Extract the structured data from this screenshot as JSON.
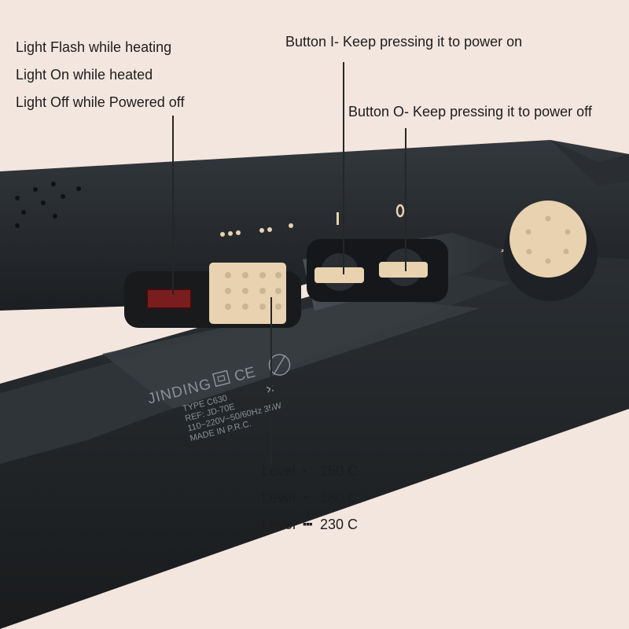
{
  "annotations": {
    "light": [
      "Light Flash while heating",
      "Light On while heated",
      "Light Off while Powered off"
    ],
    "button_on": "Button I- Keep pressing it to power on",
    "button_off": "Button O- Keep pressing it to power off"
  },
  "device": {
    "brand": "JINDING",
    "type_line": "TYPE C630",
    "ref_line": "REF: JD-70E",
    "voltage_line": "110~220V~50/60Hz 35W",
    "origin_line": "MADE IN P.R.C.",
    "button_on_symbol": "I",
    "button_off_symbol": "O"
  },
  "levels": [
    {
      "label": "Level",
      "dots": "▪",
      "temp": "150 C"
    },
    {
      "label": "Level",
      "dots": "▪▪",
      "temp": "180 C"
    },
    {
      "label": "Level",
      "dots": "▪▪▪",
      "temp": "230 C"
    }
  ],
  "colors": {
    "background": "#f3e6de",
    "body": "#23272b",
    "accent_beige": "#e8d2b0",
    "indicator_red": "#7a1d1f"
  }
}
